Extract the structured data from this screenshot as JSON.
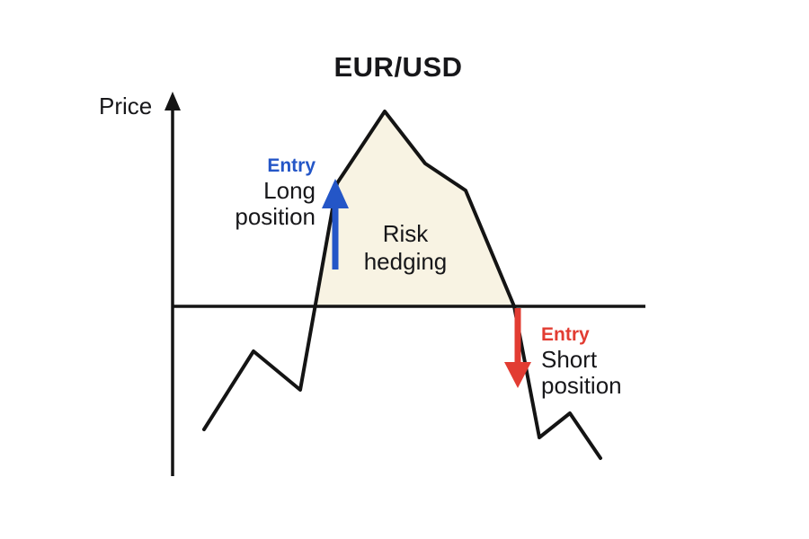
{
  "title": "EUR/USD",
  "y_axis_label": "Price",
  "colors": {
    "text": "#17171a",
    "line": "#141414",
    "fill": "#f8f3e3",
    "long": "#2456c7",
    "short": "#e23c32"
  },
  "annotations": {
    "long_entry": {
      "tag": "Entry",
      "line1": "Long",
      "line2": "position"
    },
    "short_entry": {
      "tag": "Entry",
      "line1": "Short",
      "line2": "position"
    },
    "hedge": {
      "line1": "Risk",
      "line2": "hedging"
    }
  },
  "chart_data": {
    "type": "line",
    "pair": "EUR/USD",
    "description": "Price path crossing a horizontal reference level; area above the level is the risk-hedging zone between long entry (up) and short entry (down).",
    "price_line_points": "227,478 282,391 334,434 375,204 428,124 473,182 518,212 572,341 600,487 634,460 668,510",
    "hedge_area_points": "351,341 375,204 428,124 473,182 518,212 572,341"
  }
}
